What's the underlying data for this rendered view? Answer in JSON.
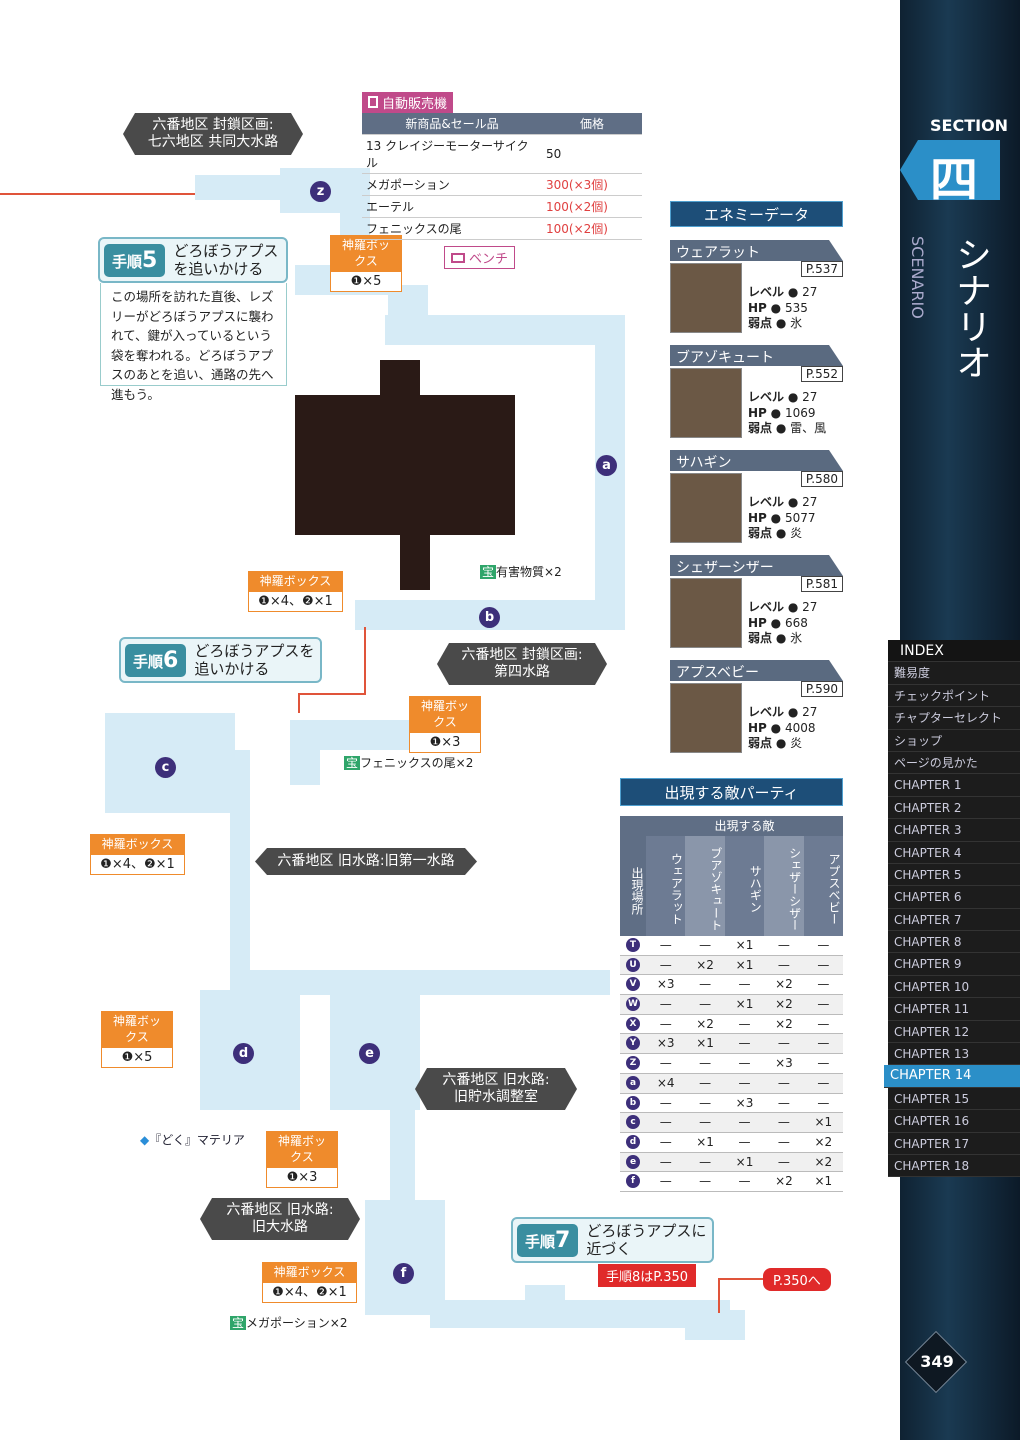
{
  "vending": {
    "title": "自動販売機",
    "col1": "新商品&セール品",
    "col2": "価格",
    "items": [
      {
        "name": "13 クレイジーモーターサイクル",
        "price": "50",
        "sale": false
      },
      {
        "name": "メガポーション",
        "price": "300(×3個)",
        "sale": true
      },
      {
        "name": "エーテル",
        "price": "100(×2個)",
        "sale": true
      },
      {
        "name": "フェニックスの尾",
        "price": "100(×2個)",
        "sale": true
      }
    ]
  },
  "areas": {
    "a1": "六番地区 封鎖区画:\n七六地区 共同大水路",
    "a2": "六番地区 封鎖区画:\n第四水路",
    "a3": "六番地区 旧水路:旧第一水路",
    "a4": "六番地区 旧水路:\n旧貯水調整室",
    "a5": "六番地区 旧水路:\n旧大水路"
  },
  "boxes": {
    "label": "神羅ボックス",
    "b1": "❶×5",
    "b2": "❶×4、❷×1",
    "b3": "❶×3",
    "b4": "❶×4、❷×1",
    "b5": "❶×5",
    "b6": "❶×3",
    "b7": "❶×4、❷×1"
  },
  "bench": "ベンチ",
  "steps": {
    "s5_label": "手順",
    "s5_num": "5",
    "s5_title": "どろぼうアプスを追いかける",
    "s5_desc": "この場所を訪れた直後、レズリーがどろぼうアプスに襲われて、鍵が入っているという袋を奪われる。どろぼうアプスのあとを追い、通路の先へ進もう。",
    "s6_num": "6",
    "s6_title": "どろぼうアプスを追いかける",
    "s7_num": "7",
    "s7_title": "どろぼうアプスに近づく",
    "s7_note": "手順8はP.350",
    "link": "P.350へ"
  },
  "items": {
    "i1": "有害物質×2",
    "i2": "フェニックスの尾×2",
    "i3": "『どく』マテリア",
    "i4": "メガポーション×2",
    "tag": "宝"
  },
  "markers": [
    "z",
    "a",
    "b",
    "c",
    "d",
    "e",
    "f"
  ],
  "enemy_title": "エネミーデータ",
  "enemies": [
    {
      "name": "ウェアラット",
      "page": "P.537",
      "lv": "27",
      "hp": "535",
      "weak": "氷"
    },
    {
      "name": "ブアゾキュート",
      "page": "P.552",
      "lv": "27",
      "hp": "1069",
      "weak": "雷、風"
    },
    {
      "name": "サハギン",
      "page": "P.580",
      "lv": "27",
      "hp": "5077",
      "weak": "炎"
    },
    {
      "name": "シェザーシザー",
      "page": "P.581",
      "lv": "27",
      "hp": "668",
      "weak": "氷"
    },
    {
      "name": "アプスベビー",
      "page": "P.590",
      "lv": "27",
      "hp": "4008",
      "weak": "炎"
    }
  ],
  "stat_labels": {
    "lv": "レベル",
    "hp": "HP",
    "weak": "弱点"
  },
  "party": {
    "title": "出現する敵パーティ",
    "loc_head": "出現場所",
    "enemy_head": "出現する敵",
    "cols": [
      "ウェアラット",
      "ブアゾキュート",
      "サハギン",
      "シェザーシザー",
      "アプスベビー"
    ],
    "rows": [
      {
        "id": "T",
        "v": [
          "—",
          "—",
          "×1",
          "—",
          "—"
        ]
      },
      {
        "id": "U",
        "v": [
          "—",
          "×2",
          "×1",
          "—",
          "—"
        ]
      },
      {
        "id": "V",
        "v": [
          "×3",
          "—",
          "—",
          "×2",
          "—"
        ]
      },
      {
        "id": "W",
        "v": [
          "—",
          "—",
          "×1",
          "×2",
          "—"
        ]
      },
      {
        "id": "X",
        "v": [
          "—",
          "×2",
          "—",
          "×2",
          "—"
        ]
      },
      {
        "id": "Y",
        "v": [
          "×3",
          "×1",
          "—",
          "—",
          "—"
        ]
      },
      {
        "id": "Z",
        "v": [
          "—",
          "—",
          "—",
          "×3",
          "—"
        ]
      },
      {
        "id": "a",
        "v": [
          "×4",
          "—",
          "—",
          "—",
          "—"
        ]
      },
      {
        "id": "b",
        "v": [
          "—",
          "—",
          "×3",
          "—",
          "—"
        ]
      },
      {
        "id": "c",
        "v": [
          "—",
          "—",
          "—",
          "—",
          "×1"
        ]
      },
      {
        "id": "d",
        "v": [
          "—",
          "×1",
          "—",
          "—",
          "×2"
        ]
      },
      {
        "id": "e",
        "v": [
          "—",
          "—",
          "×1",
          "—",
          "×2"
        ]
      },
      {
        "id": "f",
        "v": [
          "—",
          "—",
          "—",
          "×2",
          "×1"
        ]
      }
    ]
  },
  "section": {
    "label": "SECTION",
    "kanji": "四",
    "scenario_en": "SCENARIO",
    "scenario_jp": "シナリオ"
  },
  "index": {
    "head": "INDEX",
    "items": [
      "難易度",
      "チェックポイント",
      "チャプターセレクト",
      "ショップ",
      "ページの見かた",
      "CHAPTER 1",
      "CHAPTER 2",
      "CHAPTER 3",
      "CHAPTER 4",
      "CHAPTER 5",
      "CHAPTER 6",
      "CHAPTER 7",
      "CHAPTER 8",
      "CHAPTER 9",
      "CHAPTER 10",
      "CHAPTER 11",
      "CHAPTER 12",
      "CHAPTER 13",
      "CHAPTER 14",
      "CHAPTER 15",
      "CHAPTER 16",
      "CHAPTER 17",
      "CHAPTER 18"
    ],
    "current": "CHAPTER 14"
  },
  "page_number": "349"
}
